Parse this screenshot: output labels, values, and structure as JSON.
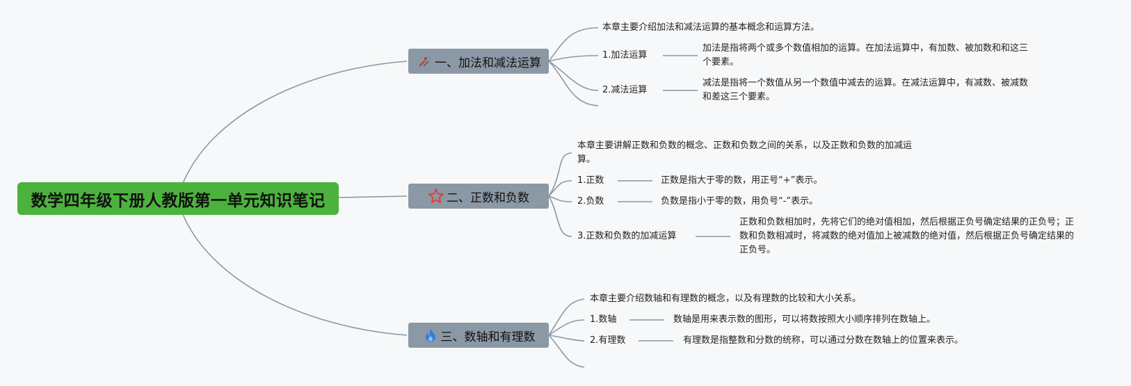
{
  "root": {
    "title": "数学四年级下册人教版第一单元知识笔记"
  },
  "branches": [
    {
      "title": "一、加法和减法运算",
      "icon": "tools-icon",
      "intro": "本章主要介绍加法和减法运算的基本概念和运算方法。",
      "items": [
        {
          "label": "1.加法运算",
          "desc": "加法是指将两个或多个数值相加的运算。在加法运算中，有加数、被加数和和这三个要素。"
        },
        {
          "label": "2.减法运算",
          "desc": "减法是指将一个数值从另一个数值中减去的运算。在减法运算中，有减数、被减数和差这三个要素。"
        }
      ]
    },
    {
      "title": "二、正数和负数",
      "icon": "star-icon",
      "intro": "本章主要讲解正数和负数的概念、正数和负数之间的关系，以及正数和负数的加减运算。",
      "items": [
        {
          "label": "1.正数",
          "desc": "正数是指大于零的数，用正号“+”表示。"
        },
        {
          "label": "2.负数",
          "desc": "负数是指小于零的数，用负号“-”表示。"
        },
        {
          "label": "3.正数和负数的加减运算",
          "desc": "正数和负数相加时，先将它们的绝对值相加，然后根据正负号确定结果的正负号；正数和负数相减时，将减数的绝对值加上被减数的绝对值，然后根据正负号确定结果的正负号。"
        }
      ]
    },
    {
      "title": "三、数轴和有理数",
      "icon": "flame-icon",
      "intro": "本章主要介绍数轴和有理数的概念，以及有理数的比较和大小关系。",
      "items": [
        {
          "label": "1.数轴",
          "desc": "数轴是用来表示数的图形，可以将数按照大小顺序排列在数轴上。"
        },
        {
          "label": "2.有理数",
          "desc": "有理数是指整数和分数的统称，可以通过分数在数轴上的位置来表示。"
        }
      ]
    }
  ],
  "colors": {
    "root_fill": "#4bb33d",
    "branch_fill": "#8b98a5",
    "line": "#8c96a1",
    "tools_icon": "#c0392b",
    "star_icon": "#e03b2e",
    "flame_icon": "#2f7fd6"
  }
}
